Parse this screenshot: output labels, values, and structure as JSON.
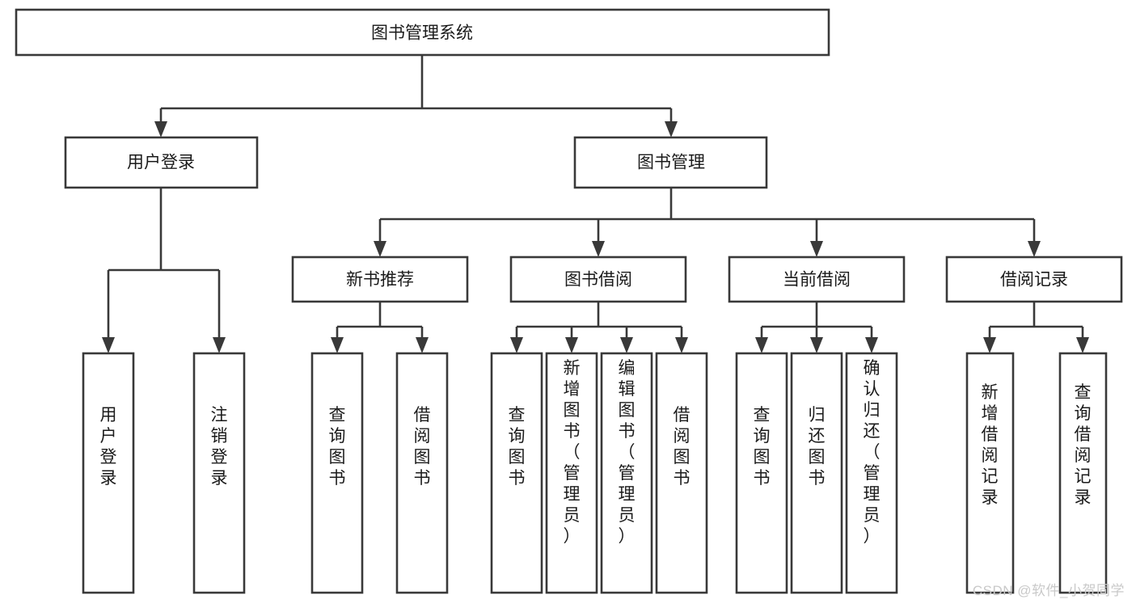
{
  "diagram": {
    "type": "tree-hierarchy-chart",
    "title": "图书管理系统",
    "watermark": "CSDN @软件_小贺同学",
    "colors": {
      "stroke": "#393939",
      "fill": "#ffffff",
      "text": "#1b1b1b",
      "watermark": "#c9c9c9"
    },
    "levels": [
      {
        "level": 1,
        "nodes": [
          {
            "id": "root",
            "label": "图书管理系统",
            "orientation": "horizontal"
          }
        ]
      },
      {
        "level": 2,
        "nodes": [
          {
            "id": "user-login",
            "label": "用户登录",
            "orientation": "horizontal",
            "parent": "root"
          },
          {
            "id": "book-manage",
            "label": "图书管理",
            "orientation": "horizontal",
            "parent": "root"
          }
        ]
      },
      {
        "level": 3,
        "nodes": [
          {
            "id": "new-book-recommend",
            "label": "新书推荐",
            "orientation": "horizontal",
            "parent": "book-manage"
          },
          {
            "id": "book-borrow",
            "label": "图书借阅",
            "orientation": "horizontal",
            "parent": "book-manage"
          },
          {
            "id": "current-borrow",
            "label": "当前借阅",
            "orientation": "horizontal",
            "parent": "book-manage"
          },
          {
            "id": "borrow-record",
            "label": "借阅记录",
            "orientation": "horizontal",
            "parent": "book-manage"
          }
        ]
      },
      {
        "level": 4,
        "nodes": [
          {
            "id": "leaf-user-login",
            "label": "用户登录",
            "orientation": "vertical",
            "parent": "user-login"
          },
          {
            "id": "leaf-user-logout",
            "label": "注销登录",
            "orientation": "vertical",
            "parent": "user-login"
          },
          {
            "id": "leaf-query-book-1",
            "label": "查询图书",
            "orientation": "vertical",
            "parent": "new-book-recommend"
          },
          {
            "id": "leaf-borrow-book-1",
            "label": "借阅图书",
            "orientation": "vertical",
            "parent": "new-book-recommend"
          },
          {
            "id": "leaf-query-book-2",
            "label": "查询图书",
            "orientation": "vertical",
            "parent": "book-borrow"
          },
          {
            "id": "leaf-add-book",
            "label": "新增图书（管理员）",
            "orientation": "vertical",
            "parent": "book-borrow"
          },
          {
            "id": "leaf-edit-book",
            "label": "编辑图书（管理员）",
            "orientation": "vertical",
            "parent": "book-borrow"
          },
          {
            "id": "leaf-borrow-book-2",
            "label": "借阅图书",
            "orientation": "vertical",
            "parent": "book-borrow"
          },
          {
            "id": "leaf-query-book-3",
            "label": "查询图书",
            "orientation": "vertical",
            "parent": "current-borrow"
          },
          {
            "id": "leaf-return-book",
            "label": "归还图书",
            "orientation": "vertical",
            "parent": "current-borrow"
          },
          {
            "id": "leaf-confirm-return",
            "label": "确认归还（管理员）",
            "orientation": "vertical",
            "parent": "current-borrow"
          },
          {
            "id": "leaf-add-record",
            "label": "新增借阅记录",
            "orientation": "vertical",
            "parent": "borrow-record"
          },
          {
            "id": "leaf-query-record",
            "label": "查询借阅记录",
            "orientation": "vertical",
            "parent": "borrow-record"
          }
        ]
      }
    ]
  }
}
